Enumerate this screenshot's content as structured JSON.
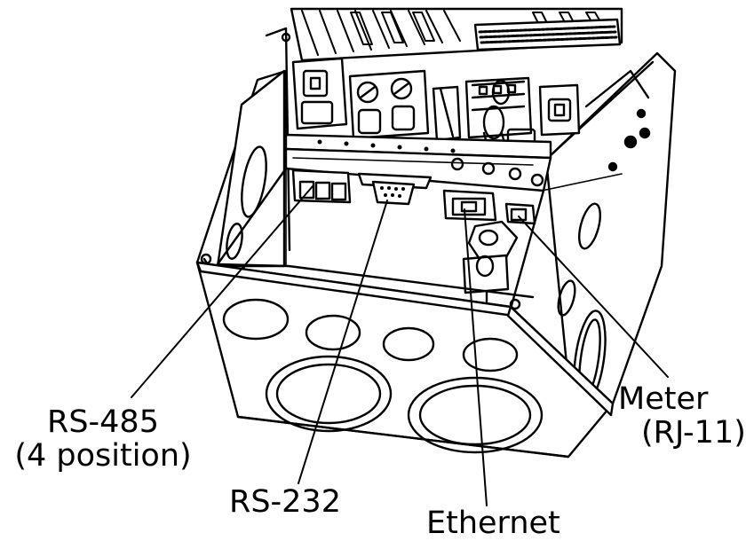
{
  "labels": {
    "rs485_line1": "RS-485",
    "rs485_line2": "(4 position)",
    "rs232": "RS-232",
    "ethernet": "Ethernet",
    "meter_line1": "Meter",
    "meter_line2": "(RJ-11)"
  },
  "colors": {
    "ink": "#000000",
    "background": "#ffffff",
    "hole_fill": "#ffffff"
  }
}
